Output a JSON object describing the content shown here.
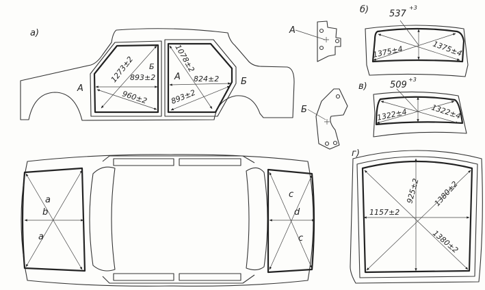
{
  "views": {
    "a": {
      "label": "а)",
      "point_a": "А",
      "point_b": "Б",
      "rear_door": {
        "diag": "1273±2",
        "width": "893±2",
        "diag2": "960±2",
        "point_b": "Б"
      },
      "front_door": {
        "diag": "1078±2",
        "width": "824±2",
        "diag2": "893±2",
        "point_a": "А"
      }
    },
    "b": {
      "label": "б)",
      "height": "537",
      "height_tol": "+3",
      "diag_left": "1375±4",
      "diag_right": "1375±4"
    },
    "v": {
      "label": "в)",
      "height": "509",
      "height_tol": "+3",
      "diag_left": "1322±4",
      "diag_right": "1322±4"
    },
    "g": {
      "label": "г)",
      "width": "1157±2",
      "height": "925±2",
      "diag1": "1380±2",
      "diag2": "1380±2"
    },
    "details": {
      "a": "А",
      "b": "Б"
    },
    "top_view": {
      "a1": "a",
      "a2": "a",
      "b": "b",
      "c1": "c",
      "c2": "c",
      "d": "d"
    }
  }
}
